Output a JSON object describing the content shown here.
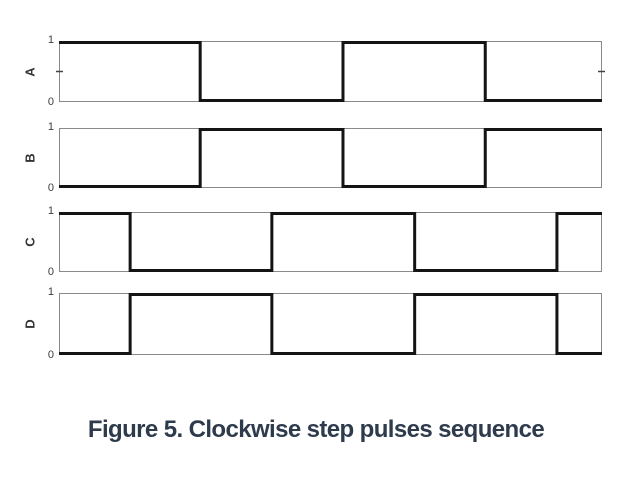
{
  "figure": {
    "caption": "Figure 5. Clockwise step pulses sequence",
    "caption_color": "#2e3b4d"
  },
  "chart_data": {
    "type": "line",
    "subtype": "digital-timing-diagram",
    "title": "Figure 5. Clockwise step pulses sequence",
    "xlabel": "",
    "ylabel": "",
    "ylim": [
      0,
      1
    ],
    "grid": false,
    "yticks": [
      "1",
      "0"
    ],
    "colors": {
      "waveform": "#141414",
      "box_border": "#8a8a8a",
      "mid_tick": "#444444"
    },
    "panels": [
      {
        "label": "A",
        "edges": [
          0,
          0.26,
          0.523,
          0.785,
          1
        ],
        "levels": [
          1,
          0,
          1,
          0
        ],
        "mid_ticks": true
      },
      {
        "label": "B",
        "edges": [
          0,
          0.26,
          0.523,
          0.785,
          1
        ],
        "levels": [
          0,
          1,
          0,
          1
        ],
        "mid_ticks": false
      },
      {
        "label": "C",
        "edges": [
          0,
          0.131,
          0.392,
          0.655,
          0.917,
          1
        ],
        "levels": [
          1,
          0,
          1,
          0,
          1
        ],
        "mid_ticks": false
      },
      {
        "label": "D",
        "edges": [
          0,
          0.131,
          0.392,
          0.655,
          0.917,
          1
        ],
        "levels": [
          0,
          1,
          0,
          1,
          0
        ],
        "mid_ticks": false
      }
    ]
  }
}
